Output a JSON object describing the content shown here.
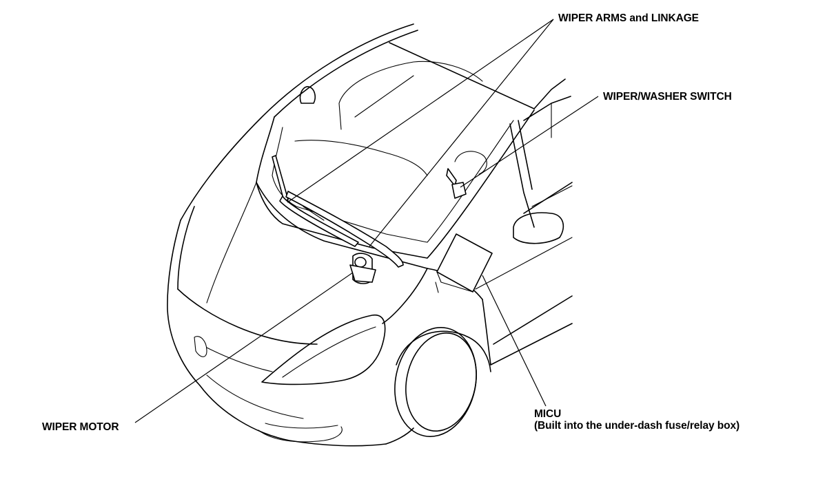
{
  "diagram": {
    "labels": {
      "wiper_arms": "WIPER ARMS and LINKAGE",
      "washer_switch": "WIPER/WASHER SWITCH",
      "wiper_motor": "WIPER MOTOR",
      "micu_title": "MICU",
      "micu_note": "(Built into the under-dash fuse/relay box)"
    }
  }
}
